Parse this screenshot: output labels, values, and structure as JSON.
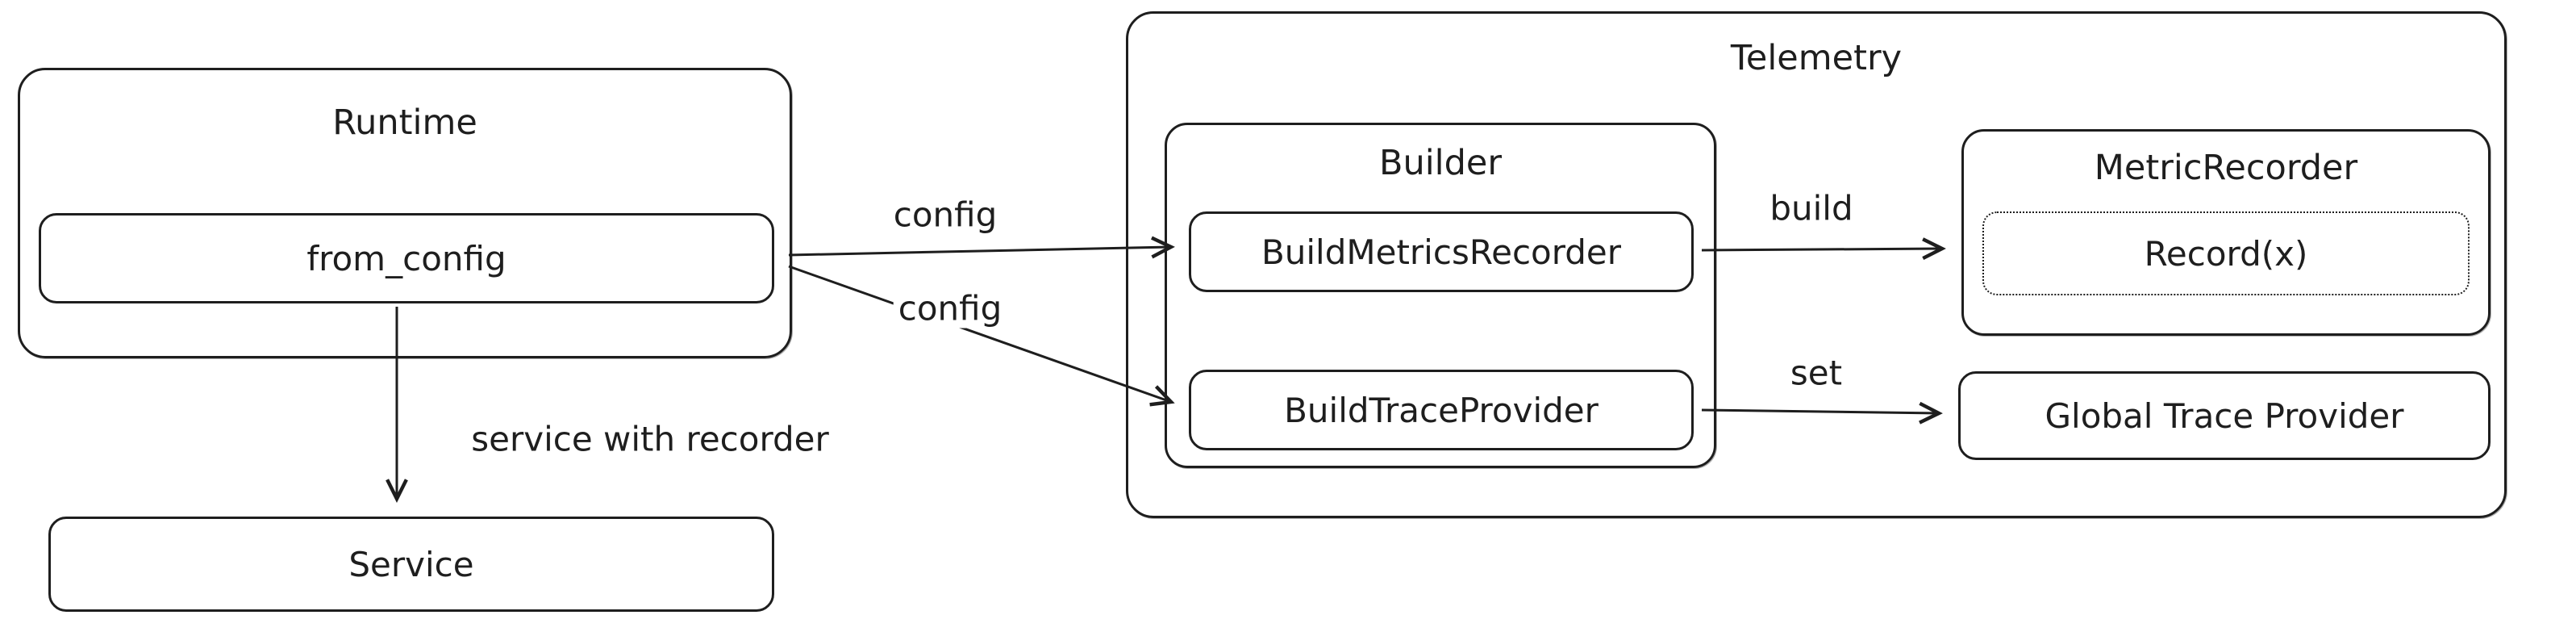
{
  "diagram": {
    "runtime": {
      "title": "Runtime",
      "from_config_label": "from_config"
    },
    "service_label": "Service",
    "telemetry": {
      "title": "Telemetry",
      "builder": {
        "title": "Builder",
        "build_metrics_recorder_label": "BuildMetricsRecorder",
        "build_trace_provider_label": "BuildTraceProvider"
      },
      "metric_recorder": {
        "title": "MetricRecorder",
        "record_label": "Record(x)"
      },
      "global_trace_provider_label": "Global Trace Provider"
    },
    "edges": {
      "config_metrics_label": "config",
      "config_trace_label": "config",
      "build_label": "build",
      "set_label": "set",
      "service_with_recorder_label": "service with recorder"
    }
  }
}
